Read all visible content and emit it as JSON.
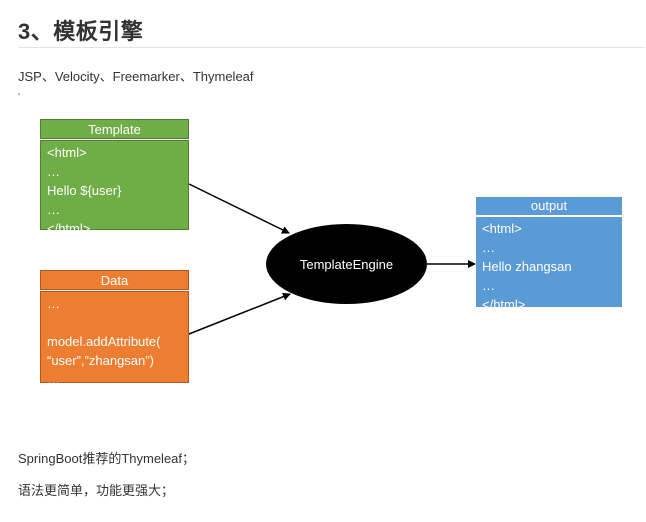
{
  "heading": "3、模板引擎",
  "engines_line": "JSP、Velocity、Freemarker、Thymeleaf",
  "stray_mark": "'",
  "diagram": {
    "template": {
      "title": "Template",
      "lines": [
        "<html>",
        "…",
        "Hello ${user}",
        "…",
        "</html>"
      ]
    },
    "data": {
      "title": "Data",
      "lines": [
        "…",
        "",
        "model.addAttribute(",
        "“user”,”zhangsan”)",
        "…"
      ]
    },
    "engine_label": "TemplateEngine",
    "output": {
      "title": "output",
      "lines": [
        "<html>",
        "…",
        "Hello zhangsan",
        "…",
        "</html>"
      ]
    },
    "colors": {
      "template": "#6fad46",
      "data": "#ed7d31",
      "engine": "#000000",
      "output": "#5b9bd5"
    }
  },
  "recommend_line": "SpringBoot推荐的Thymeleaf；",
  "syntax_line": "语法更简单，功能更强大；"
}
